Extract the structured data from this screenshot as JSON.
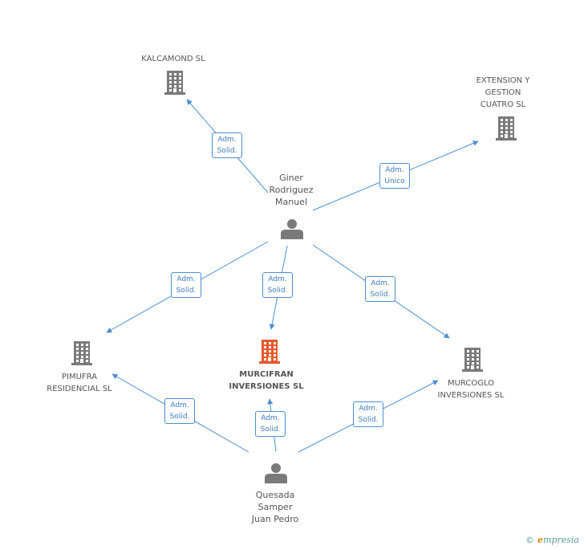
{
  "colors": {
    "building": "#7a7a7a",
    "building_highlight": "#e8582b",
    "person": "#7a7a7a",
    "edge": "#4a8fd6"
  },
  "companies": [
    {
      "id": "kalcamond",
      "lines": [
        "KALCAMOND SL"
      ],
      "icon": "building-icon"
    },
    {
      "id": "extension",
      "lines": [
        "EXTENSION Y",
        "GESTION",
        "CUATRO SL"
      ],
      "icon": "building-icon"
    },
    {
      "id": "murcifran",
      "lines": [
        "MURCIFRAN",
        "INVERSIONES SL"
      ],
      "icon": "building-icon",
      "highlight": true
    },
    {
      "id": "pimufra",
      "lines": [
        "PIMUFRA",
        "RESIDENCIAL SL"
      ],
      "icon": "building-icon"
    },
    {
      "id": "murcoglo",
      "lines": [
        "MURCOGLO",
        "INVERSIONES SL"
      ],
      "icon": "building-icon"
    }
  ],
  "people": [
    {
      "id": "giner",
      "lines": [
        "Giner",
        "Rodriguez",
        "Manuel"
      ],
      "icon": "person-icon"
    },
    {
      "id": "quesada",
      "lines": [
        "Quesada",
        "Samper",
        "Juan Pedro"
      ],
      "icon": "person-icon"
    }
  ],
  "edges": [
    {
      "id": "giner-kalcamond",
      "lines": [
        "Adm.",
        "Solid."
      ]
    },
    {
      "id": "giner-extension",
      "lines": [
        "Adm.",
        "Unico"
      ]
    },
    {
      "id": "giner-pimufra",
      "lines": [
        "Adm.",
        "Solid."
      ]
    },
    {
      "id": "giner-murcifran",
      "lines": [
        "Adm.",
        "Solid."
      ]
    },
    {
      "id": "giner-murcoglo",
      "lines": [
        "Adm.",
        "Solid."
      ]
    },
    {
      "id": "quesada-pimufra",
      "lines": [
        "Adm.",
        "Solid."
      ]
    },
    {
      "id": "quesada-murcifran",
      "lines": [
        "Adm.",
        "Solid."
      ]
    },
    {
      "id": "quesada-murcoglo",
      "lines": [
        "Adm.",
        "Solid."
      ]
    }
  ],
  "brand": {
    "copyright": "©",
    "initial": "e",
    "name": "mpresia"
  }
}
